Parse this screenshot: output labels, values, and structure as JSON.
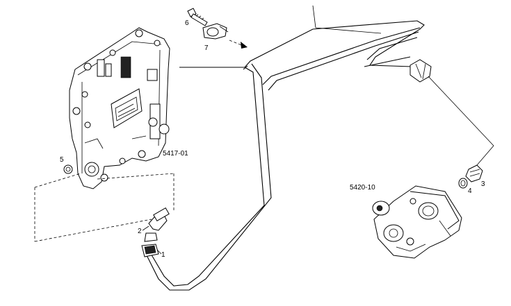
{
  "labels": {
    "item_1": "1",
    "item_2": "2",
    "item_3": "3",
    "item_4": "4",
    "item_5": "5",
    "item_6": "6",
    "item_7": "7",
    "group_plate": "5417-01",
    "group_pump": "5420-10"
  }
}
